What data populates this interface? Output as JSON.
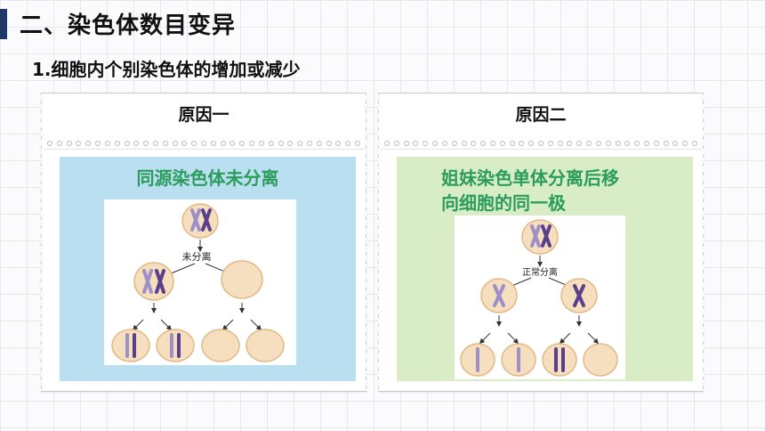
{
  "slide": {
    "title": "二、染色体数目变异",
    "subtitle": "1.细胞内个别染色体的增加或减少"
  },
  "cards": [
    {
      "header": "原因一",
      "panel_title": "同源染色体未分离",
      "diagram_label": "未分离"
    },
    {
      "header": "原因二",
      "panel_title_lines": [
        "姐妹染色单体分离后移",
        "向细胞的同一极"
      ],
      "diagram_label": "正常分离"
    }
  ],
  "colors": {
    "title_bar": "#1f3864",
    "panel_left": "#b9dff0",
    "panel_right": "#d8ecc6",
    "panel_title": "#2a9d5c",
    "cell_fill": "#f6dfbf",
    "cell_stroke": "#e2b985",
    "chromosome_dark": "#5a3f8a",
    "chromosome_light": "#9f8fc7"
  }
}
